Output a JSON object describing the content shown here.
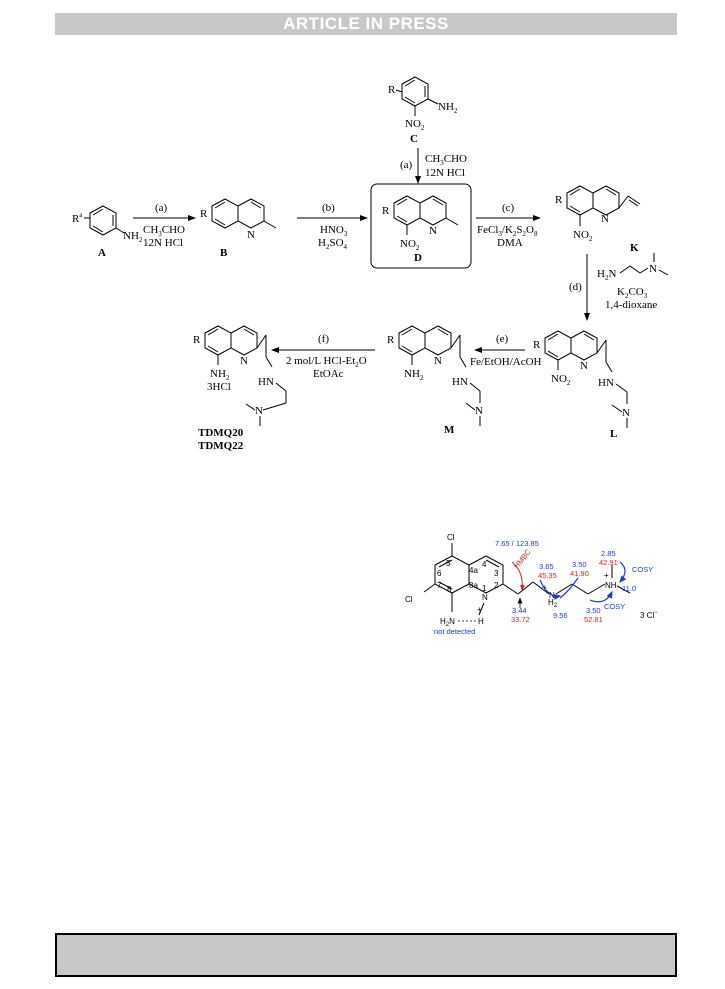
{
  "header": {
    "banner": "ARTICLE IN PRESS"
  },
  "scheme": {
    "compounds": {
      "A": {
        "label": "A",
        "sub_r": "R",
        "sub_r_sup": "a",
        "nh2": "NH",
        "nh2_sub": "2"
      },
      "B": {
        "label": "B",
        "sub_r": "R",
        "n": "N"
      },
      "C": {
        "label": "C",
        "sub_r": "R",
        "nh2": "NH",
        "nh2_sub": "2",
        "no2": "NO",
        "no2_sub": "2"
      },
      "D": {
        "label": "D",
        "sub_r": "R",
        "n": "N",
        "no2": "NO",
        "no2_sub": "2"
      },
      "K": {
        "label": "K",
        "sub_r": "R",
        "n": "N",
        "no2": "NO",
        "no2_sub": "2"
      },
      "L": {
        "label": "L",
        "sub_r": "R",
        "n": "N",
        "no2": "NO",
        "no2_sub": "2",
        "hn": "HN",
        "n2": "N"
      },
      "M": {
        "label": "M",
        "sub_r": "R",
        "n": "N",
        "nh2": "NH",
        "nh2_sub": "2",
        "hn": "HN",
        "n2": "N"
      },
      "TDMQ": {
        "label1": "TDMQ20",
        "label2": "TDMQ22",
        "sub_r": "R",
        "n": "N",
        "nh2": "NH",
        "nh2_sub": "2",
        "hcl": "3HCl",
        "hn": "HN",
        "n2": "N"
      }
    },
    "steps": {
      "a1": {
        "tag": "(a)",
        "line1": "CH",
        "line1_sub": "3",
        "line1_rest": "CHO",
        "line2": "12N HCl"
      },
      "a2": {
        "tag": "(a)",
        "line1": "CH",
        "line1_sub": "3",
        "line1_rest": "CHO",
        "line2": "12N HCl"
      },
      "b": {
        "tag": "(b)",
        "line1": "HNO",
        "line1_sub": "3",
        "line2": "H",
        "line2_sub1": "2",
        "line2_mid": "SO",
        "line2_sub2": "4"
      },
      "c": {
        "tag": "(c)",
        "line1": "FeCl",
        "line1_sub": "3",
        "line1_mid": "/K",
        "line1_sub2": "2",
        "line1_mid2": "S",
        "line1_sub3": "2",
        "line1_mid3": "O",
        "line1_sub4": "8",
        "line2": "DMA"
      },
      "d": {
        "tag": "(d)",
        "reagent_h2n": "H",
        "reagent_h2n_sub": "2",
        "reagent_n": "N",
        "reagent_n2": "N",
        "line1": "K",
        "line1_sub": "2",
        "line1_rest": "CO",
        "line1_sub2": "3",
        "line2": "1,4-dioxane"
      },
      "e": {
        "tag": "(e)",
        "line1": "Fe/EtOH/AcOH"
      },
      "f": {
        "tag": "(f)",
        "line1": "2 mol/L HCl-Et",
        "line1_sub": "2",
        "line1_rest": "O",
        "line2": "EtOAc"
      }
    }
  },
  "nmr": {
    "atoms": {
      "cl1": "Cl",
      "cl2": "Cl",
      "n1": "N",
      "n_amine": "N",
      "h2": "H",
      "h2_sub": "2",
      "nh": "NH",
      "nh2_label": "H",
      "nh2_label_sub": "2",
      "nh2_label_n": "N",
      "hh": "H",
      "plus1": "+",
      "plus2": "+",
      "plus3": "+",
      "counterion": "3 Cl",
      "counterion_sup": "−"
    },
    "positions": {
      "p5": "5",
      "p6": "6",
      "p7": "7",
      "p8": "8",
      "p8a": "8a",
      "p4a": "4a",
      "p4": "4",
      "p3": "3",
      "p2": "2",
      "p1": "1"
    },
    "labels": {
      "hmbc": "HMBC",
      "cosy1": "COSY",
      "cosy2": "COSY",
      "not_detected": "not detected",
      "s_765": "7.65 / 123.85",
      "s_365": "3.65",
      "s_4535": "45.35",
      "s_350a": "3.50",
      "s_4190": "41.90",
      "s_285": "2.85",
      "s_4291": "42.91",
      "s_110": "11.0",
      "s_344": "3.44",
      "s_3372": "33.72",
      "s_956": "9.56",
      "s_350b": "3.50",
      "s_5281": "52.81"
    },
    "colors": {
      "blue": "#1a3ad8",
      "red": "#e0201a"
    }
  }
}
